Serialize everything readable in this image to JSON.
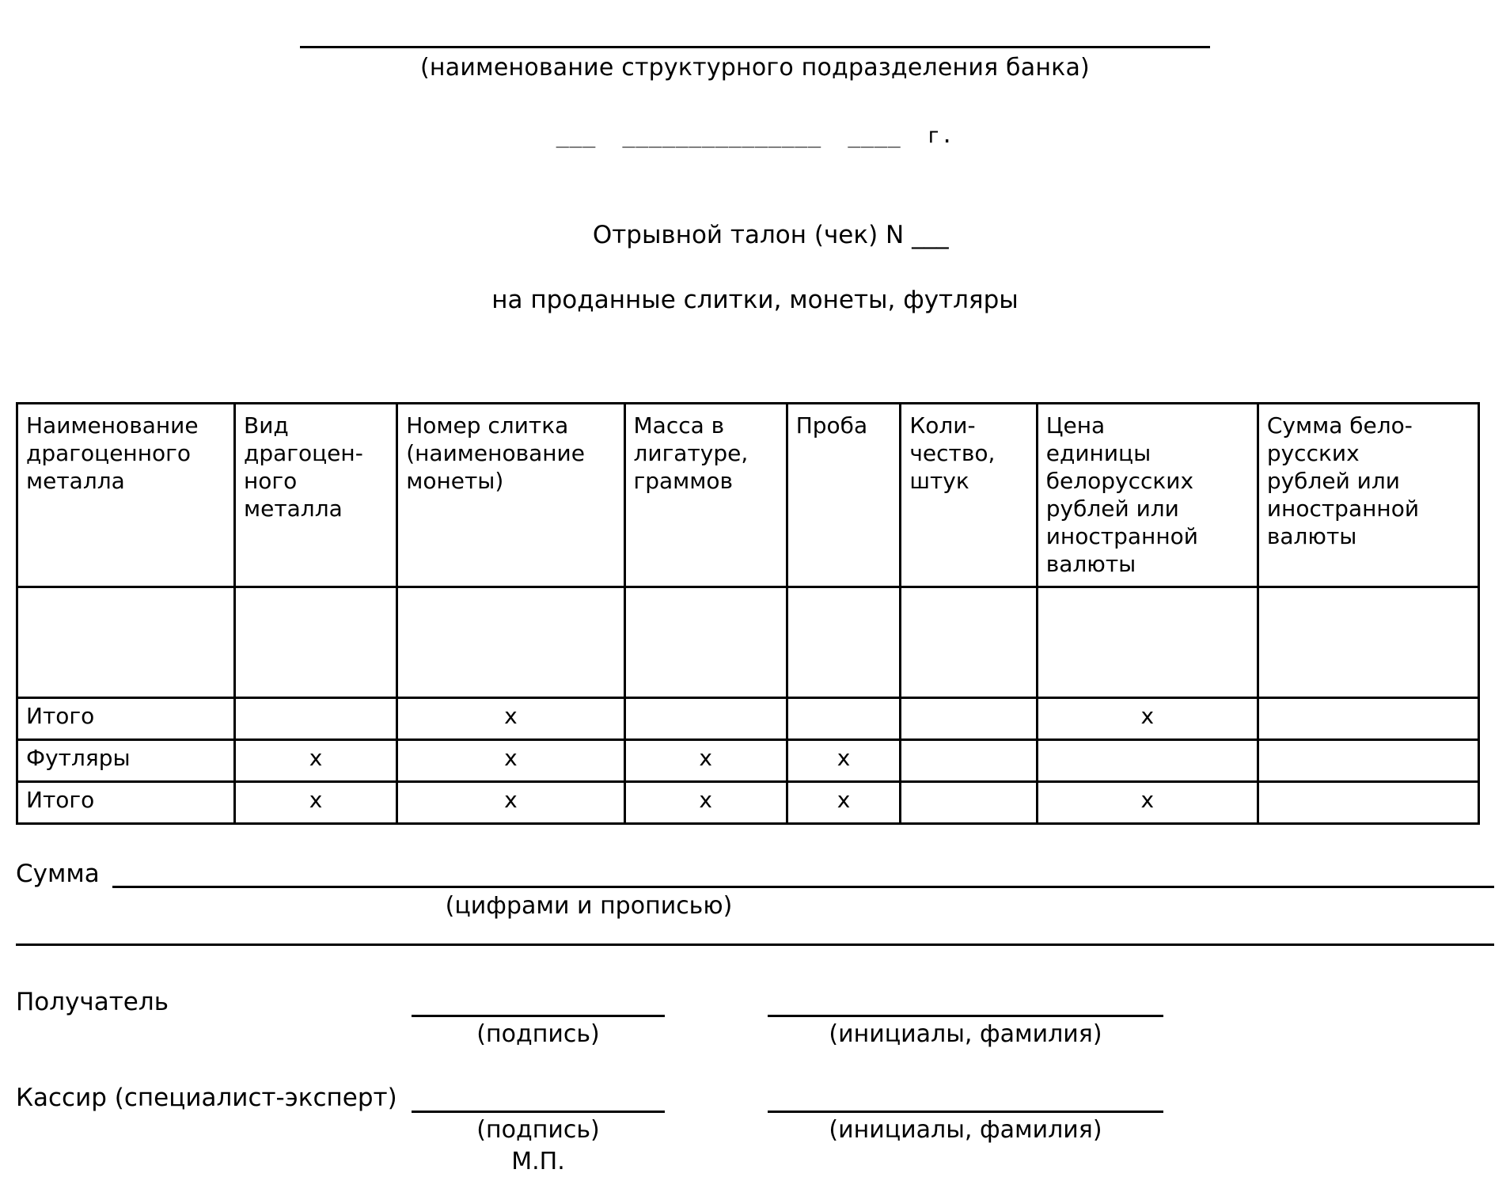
{
  "header": {
    "org_caption": "(наименование структурного подразделения банка)",
    "date_line_day": "___",
    "date_line_month": "_______________",
    "date_line_year": "____",
    "date_line_suffix": "г.",
    "date_line_full": "___  _______________  ____  г.",
    "title_line1": "Отрывной талон (чек) N ___",
    "title_line2": "на проданные слитки, монеты, футляры"
  },
  "table": {
    "columns": [
      "Наименование драгоценного металла",
      "Вид драгоцен-ного металла",
      "Номер слитка (наименование монеты)",
      "Масса в лигатуре, граммов",
      "Проба",
      "Коли-чество, штук",
      "Цена единицы белорусских рублей или иностранной валюты",
      "Сумма бело-русских рублей или иностранной валюты"
    ],
    "columns_lines": [
      [
        "Наименование",
        "драгоценного",
        "металла"
      ],
      [
        "Вид",
        "драгоцен-",
        "ного",
        "металла"
      ],
      [
        "Номер слитка",
        "(наименование",
        "монеты)"
      ],
      [
        "Масса в",
        "лигатуре,",
        "граммов"
      ],
      [
        "Проба"
      ],
      [
        "Коли-",
        "чество,",
        "штук"
      ],
      [
        "Цена",
        "единицы",
        "белорусских",
        "рублей или",
        "иностранной",
        "валюты"
      ],
      [
        "Сумма бело-",
        "русских",
        "рублей или",
        "иностранной",
        "валюты"
      ]
    ],
    "empty_row": [
      "",
      "",
      "",
      "",
      "",
      "",
      "",
      ""
    ],
    "rows": [
      {
        "label": "Итого",
        "cells": [
          "",
          "x",
          "",
          "",
          "",
          "x",
          ""
        ]
      },
      {
        "label": "Футляры",
        "cells": [
          "x",
          "x",
          "x",
          "x",
          "",
          "",
          ""
        ]
      },
      {
        "label": "Итого",
        "cells": [
          "x",
          "x",
          "x",
          "x",
          "",
          "x",
          ""
        ]
      }
    ]
  },
  "sum_section": {
    "label": "Сумма",
    "caption": "(цифрами и прописью)"
  },
  "signatures": {
    "receiver_role": "Получатель",
    "cashier_role": "Кассир (специалист-эксперт)",
    "signature_caption": "(подпись)",
    "initials_caption": "(инициалы, фамилия)",
    "stamp": "М.П."
  }
}
